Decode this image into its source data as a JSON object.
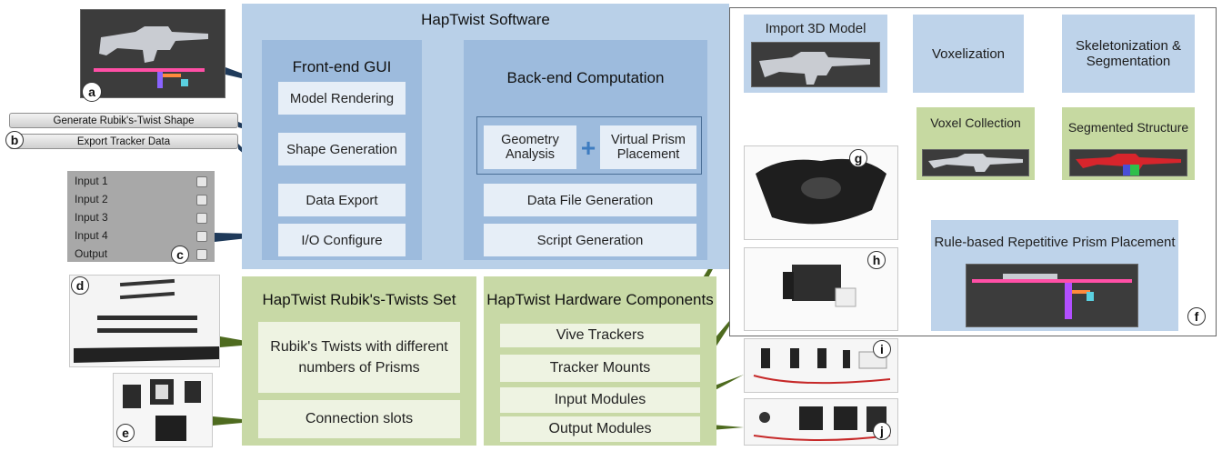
{
  "software": {
    "title": "HapTwist Software",
    "frontend": {
      "title": "Front-end GUI",
      "items": [
        "Model Rendering",
        "Shape Generation",
        "Data Export",
        "I/O Configure"
      ]
    },
    "backend": {
      "title": "Back-end Computation",
      "geometry": "Geometry Analysis",
      "plus": "+",
      "virtual": "Virtual Prism Placement",
      "datafile": "Data File Generation",
      "script": "Script Generation"
    }
  },
  "gui": {
    "buttons": [
      "Generate Rubik's-Twist Shape",
      "Export Tracker Data"
    ],
    "io_rows": [
      "Input 1",
      "Input 2",
      "Input 3",
      "Input 4",
      "Output"
    ]
  },
  "pipeline": {
    "import": "Import 3D Model",
    "voxelization": "Voxelization",
    "skeleton": "Skeletonization & Segmentation",
    "voxel_collection": "Voxel Collection",
    "segmented": "Segmented Structure",
    "rule": "Rule-based Repetitive Prism Placement"
  },
  "rubiks": {
    "title": "HapTwist Rubik's-Twists Set",
    "items": [
      "Rubik's Twists with different numbers of Prisms",
      "Connection slots"
    ]
  },
  "hardware": {
    "title": "HapTwist Hardware Components",
    "items": [
      "Vive Trackers",
      "Tracker Mounts",
      "Input Modules",
      "Output Modules"
    ]
  },
  "labels": {
    "a": "a",
    "b": "b",
    "c": "c",
    "d": "d",
    "e": "e",
    "f": "f",
    "g": "g",
    "h": "h",
    "i": "i",
    "j": "j"
  },
  "colors": {
    "software_bg": "#b9d0e8",
    "inner_bg": "#9dbbdd",
    "node_bg": "#e6eef7",
    "green_bg": "#c8d9a6",
    "connector_dark": "#1f3a5a",
    "connector_green": "#4e6b1f",
    "arrow_blue": "#3e7cc0"
  }
}
